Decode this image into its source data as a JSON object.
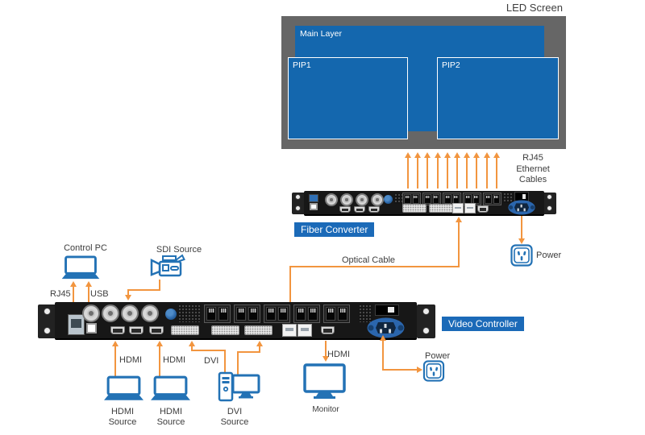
{
  "led_screen": {
    "title": "LED Screen",
    "layers": {
      "main": "Main Layer",
      "pip1": "PIP1",
      "pip2": "PIP2"
    },
    "colors": {
      "frame_gray": "#666666",
      "layer_blue": "#1467ae"
    }
  },
  "connections": {
    "rj45_cables_label": {
      "line1": "RJ45",
      "line2": "Ethernet",
      "line3": "Cables"
    },
    "optical_cable_label": "Optical Cable",
    "cable_color": "#f2953f"
  },
  "devices": {
    "fiber_converter": {
      "label": "Fiber Converter"
    },
    "video_controller": {
      "label": "Video Controller"
    },
    "badge_color": "#1b6ab8"
  },
  "peripherals": {
    "control_pc": "Control PC",
    "sdi_source": "SDI Source",
    "monitor": "Monitor",
    "hdmi_source_1": {
      "line1": "HDMI",
      "line2": "Source"
    },
    "hdmi_source_2": {
      "line1": "HDMI",
      "line2": "Source"
    },
    "dvi_source": {
      "line1": "DVI",
      "line2": "Source"
    },
    "power_fiber": "Power",
    "power_video": "Power",
    "icon_color": "#2372b5"
  },
  "port_labels": {
    "rj45": "RJ45",
    "usb": "USB",
    "hdmi_in_1": "HDMI",
    "hdmi_in_2": "HDMI",
    "dvi_in": "DVI",
    "hdmi_out_monitor": "HDMI"
  },
  "icons": [
    "laptop-icon",
    "video-camera-icon",
    "desktop-tower-icon",
    "monitor-icon",
    "power-socket-icon",
    "power-inlet-icon",
    "rj45-port-icon",
    "bnc-connector-icon",
    "dvi-port-icon",
    "fiber-port-icon"
  ]
}
